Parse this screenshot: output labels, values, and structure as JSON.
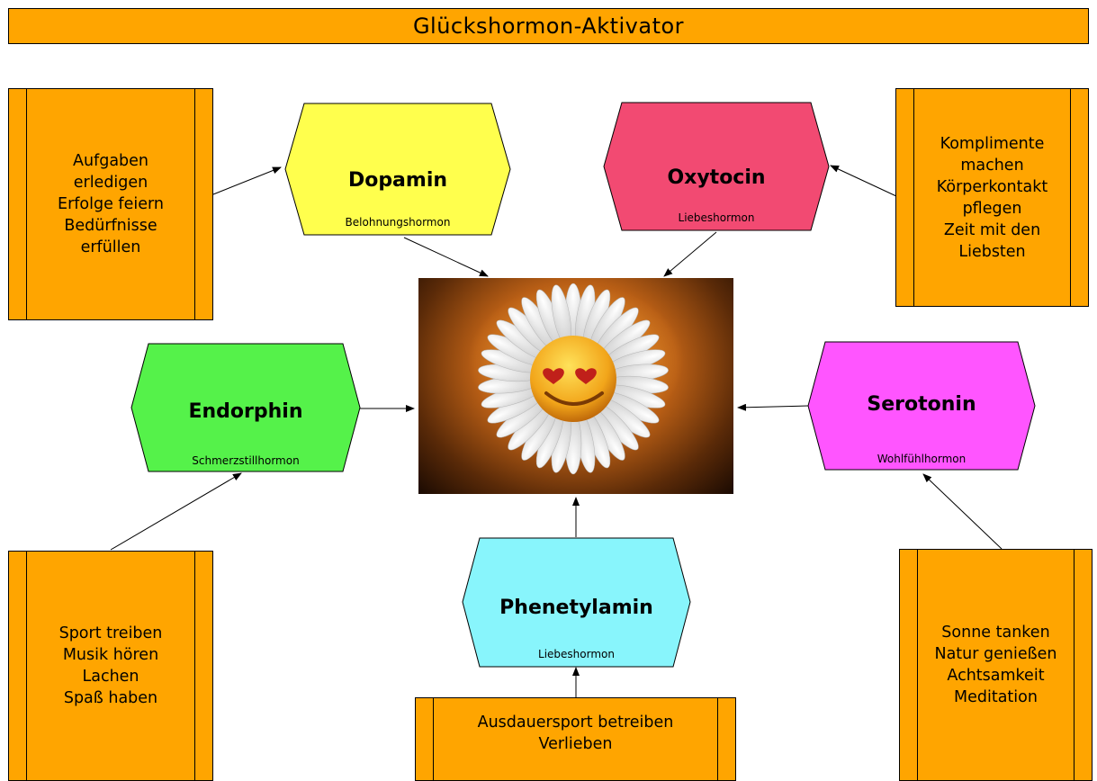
{
  "title": "Glückshormon-Aktivator",
  "colors": {
    "box": "#ffa500",
    "dopamin": "#ffff4d",
    "oxytocin": "#f24a72",
    "endorphin": "#55f24a",
    "serotonin": "#ff55ff",
    "phenetylamin": "#88f5fc"
  },
  "hormones": {
    "dopamin": {
      "name": "Dopamin",
      "sub": "Belohnungshormon"
    },
    "oxytocin": {
      "name": "Oxytocin",
      "sub": "Liebeshormon"
    },
    "endorphin": {
      "name": "Endorphin",
      "sub": "Schmerzstillhormon"
    },
    "serotonin": {
      "name": "Serotonin",
      "sub": "Wohlfühlhormon"
    },
    "phenetylamin": {
      "name": "Phenetylamin",
      "sub": "Liebeshormon"
    }
  },
  "activities": {
    "dopamin": [
      "Aufgaben",
      "erledigen",
      "Erfolge feiern",
      "Bedürfnisse",
      "erfüllen"
    ],
    "oxytocin": [
      "Komplimente",
      "machen",
      "Körperkontakt",
      "pflegen",
      "Zeit mit den",
      "Liebsten"
    ],
    "endorphin": [
      "Sport treiben",
      "Musik hören",
      "Lachen",
      "Spaß haben"
    ],
    "serotonin": [
      "Sonne tanken",
      "Natur genießen",
      "Achtsamkeit",
      "Meditation"
    ],
    "phenetylamin": [
      "Ausdauersport betreiben",
      "Verlieben"
    ]
  },
  "center_image": "smiling-daisy-flower-image"
}
